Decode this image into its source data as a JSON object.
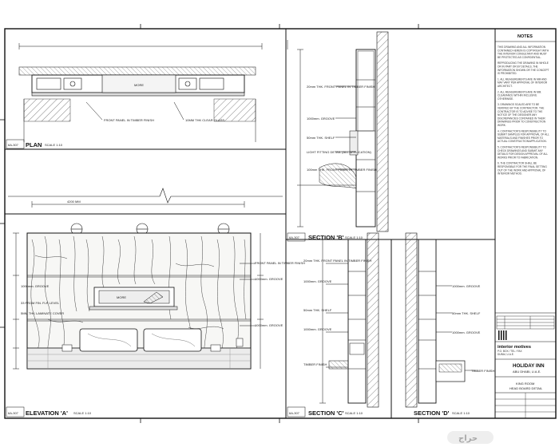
{
  "plan": {
    "ref": "6A-307",
    "title": "PLAN",
    "scale": "SCALE 1:10",
    "tv_label": "MORE",
    "note_left": "FRONT PANEL IN TIMBER FINISH",
    "note_right": "10MM THK CLEAR GLASS"
  },
  "elevation": {
    "ref": "6A-307",
    "title": "ELEVATION 'A'",
    "scale": "SCALE 1:10",
    "top_dim": "4200 MM",
    "tv_label": "MORE",
    "right_notes": [
      "FRONT PANEL IN TIMBER FINISH",
      "1000mm. GROOVE",
      "1000mm. GROOVE"
    ],
    "left_notes": [
      "1000mm. GROOVE",
      "33 FROM FIN. FLR LEVEL",
      "5MM THK LAMINATE COVER"
    ]
  },
  "section_b": {
    "ref": "6A-307",
    "title": "SECTION 'B'",
    "scale": "SCALE 1:10",
    "notes": [
      "20mm THK. FRONT PANEL IN TIMBER FINISH",
      "1000mm. GROOVE",
      "50mm THK. SHELF",
      "LIGHT FITTING DETAIL (ALL APPLICATION)",
      "100mm THK. FRONT PANEL IN TIMBER FINISH"
    ]
  },
  "section_c": {
    "ref": "6A-307",
    "title": "SECTION 'C'",
    "scale": "SCALE 1:10",
    "notes": [
      "20mm THK. FRONT PANEL IN TIMBER FINISH",
      "1000mm. GROOVE",
      "50mm THK. SHELF",
      "1000mm. GROOVE",
      "TIMBER FINISH"
    ]
  },
  "section_d": {
    "title": "SECTION 'D'",
    "scale": "SCALE 1:10",
    "notes": [
      "1000mm. GROOVE",
      "50mm THK. SHELF",
      "1000mm. GROOVE",
      "TIMBER FINISH"
    ]
  },
  "title_block": {
    "notes_heading": "NOTES",
    "notes": [
      "THIS DRAWING AND ALL INFORMATION CONTAINED HEREIN IS COPYRIGHT WITH THE INTERIOR CONSULTANT AND MUST BE PROTECTED AS CONFIDENTIAL.",
      "REPRODUCING THE DRAWING IN WHOLE OR IN PART OR BY DETAILS, THE INFORMATION SHOWN OR THE CONCEPT IS PROHIBITED.",
      "1. ALL MEASUREMENTS ARE IN MM AND MAY VARY PER APPROVAL OF INTERIOR ARCHITECT.",
      "2. ALL MEASUREMENTS ARE IN MM. CLEARANCE WITHIN INCLUSIVE OTHERWISE.",
      "3. DRAWINGS SCALED ARE TO BE VERIFIED BY THE CONTRACTOR. THE CONTRACTOR IS TO ADVISE TO THE NOTICE OF THE DESIGNER ANY DISCREPANCIES CONTAINED IN THEIR DRAWINGS PRIOR TO CONSTRUCTION WORK.",
      "4. CONTRACTOR'S RESPONSIBILITY TO SUBMIT SAMPLES FOR APPROVAL OF ALL MATERIALS AND FINISHES PRIOR TO ACTUAL CONSTRUCTION/APPLICATION.",
      "5. CONTRACTOR'S RESPONSIBILITY TO CHECK DRAWINGS AND SUBMIT ANY DETAILS FOR DESIGN APPROVAL OF ALL WORKS PRIOR TO FABRICATION.",
      "6. THE CONTRACTOR SHALL BE RESPONSIBLE FOR THE FINAL SETTING OUT OF THE WORK AND APPROVAL OF INTERIOR METHOD."
    ],
    "company": "interior motives",
    "project": "HOLIDAY INN",
    "location": "ABU DHABI, U.A.E.",
    "drawing_title_1": "KING ROOM",
    "drawing_title_2": "HEAD BOARD DETAIL"
  },
  "watermark": "حراج"
}
